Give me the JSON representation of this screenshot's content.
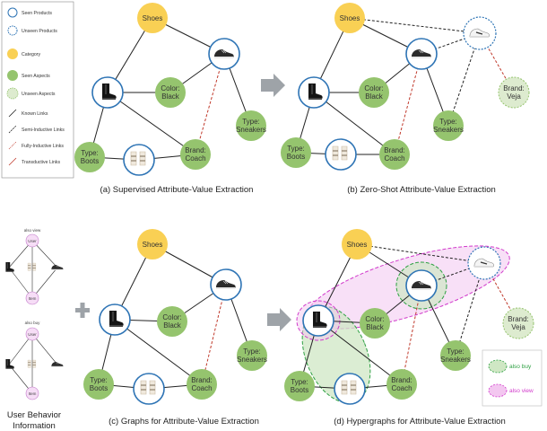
{
  "legend": {
    "items": [
      {
        "key": "seen-products",
        "label": "Seen Products"
      },
      {
        "key": "unseen-products",
        "label": "Unseen Products"
      },
      {
        "key": "category",
        "label": "Category"
      },
      {
        "key": "seen-aspects",
        "label": "Seen Aspects"
      },
      {
        "key": "unseen-aspects",
        "label": "Unseen Aspects"
      },
      {
        "key": "known-links",
        "label": "Known Links"
      },
      {
        "key": "semi-inductive-links",
        "label": "Semi-Inductive Links"
      },
      {
        "key": "fully-inductive-links",
        "label": "Fully-Inductive Links"
      },
      {
        "key": "transductive-links",
        "label": "Transductive Links"
      }
    ]
  },
  "nodes": {
    "shoes": "Shoes",
    "color_black": [
      "Color:",
      "Black"
    ],
    "type_sneakers": [
      "Type:",
      "Sneakers"
    ],
    "type_boots": [
      "Type:",
      "Boots"
    ],
    "brand_coach": [
      "Brand:",
      "Coach"
    ],
    "brand_veja": [
      "Brand:",
      "Veja"
    ]
  },
  "captions": {
    "a": "(a) Supervised Attribute-Value Extraction",
    "b": "(b) Zero-Shot Attribute-Value Extraction",
    "c": "(c) Graphs for Attribute-Value Extraction",
    "d": "(d) Hypergraphs for Attribute-Value Extraction"
  },
  "behavior": {
    "also_view": "also view",
    "also_buy": "also buy",
    "user": "User",
    "item": "Item",
    "label": [
      "User Behavior",
      "Information"
    ]
  },
  "hyper_legend": {
    "also_buy": "also buy",
    "also_view": "also view"
  },
  "colors": {
    "category": "#F9D054",
    "aspect": "#95C46E",
    "unseen_aspect": "#DDEBCF",
    "product_ring": "#2E74B5",
    "transductive": "#C0392B",
    "also_buy": "#2EA043",
    "also_view": "#D13ACB"
  }
}
